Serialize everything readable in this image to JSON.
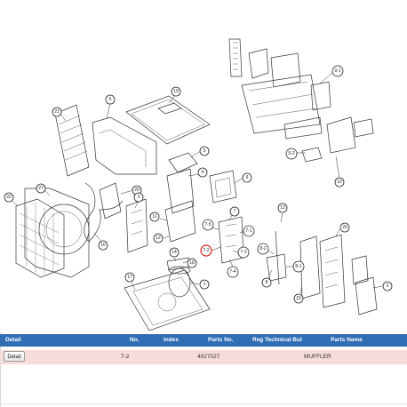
{
  "diagram": {
    "callouts": [
      "21",
      "6",
      "19",
      "5",
      "4",
      "9",
      "9-1",
      "9-2",
      "10",
      "27",
      "22",
      "16",
      "29",
      "3",
      "7",
      "7-5",
      "7-1",
      "7-2",
      "7-3",
      "7-4",
      "13",
      "8-2",
      "8",
      "8-1",
      "15",
      "20",
      "2",
      "1",
      "17",
      "14",
      "11",
      "12",
      "18"
    ]
  },
  "table": {
    "headers": [
      "Detail",
      "No.",
      "Index",
      "Parts No.",
      "Reg",
      "Technical Bul",
      "Parts Name"
    ],
    "rows": [
      {
        "detail_button": "Detail",
        "no": "7-2",
        "index": "",
        "parts_no": "4027027",
        "reg": "",
        "technical_bulletin": "",
        "parts_name": "MUFFLER"
      }
    ]
  },
  "colors": {
    "header_bg": "#2f6db5",
    "row_selected_bg": "#f7dcdc",
    "callout_highlight": "#d81e1e"
  }
}
